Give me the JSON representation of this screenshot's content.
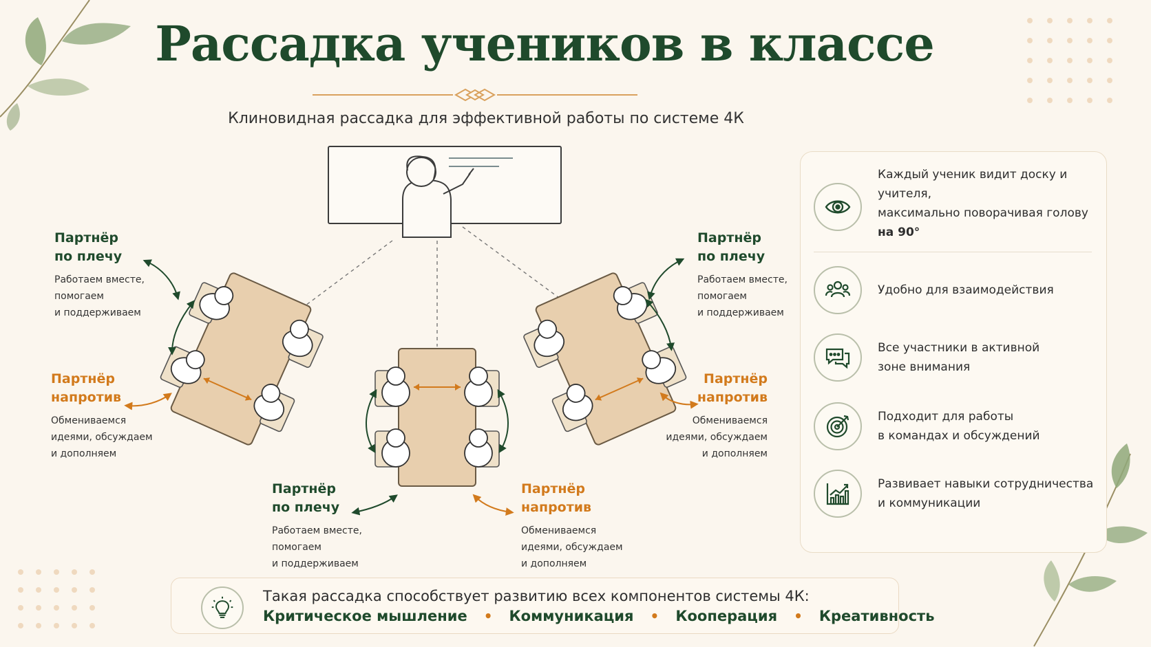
{
  "title": "Рассадка учеников в классе",
  "subtitle": "Клиновидная рассадка для эффективной работы по системе 4К",
  "labels": {
    "left_shoulder": {
      "head1": "Партнёр",
      "head2": "по плечу",
      "d1": "Работаем вместе,",
      "d2": "помогаем",
      "d3": "и поддерживаем"
    },
    "left_opposite": {
      "head1": "Партнёр",
      "head2": "напротив",
      "d1": "Обмениваемся",
      "d2": "идеями, обсуждаем",
      "d3": "и дополняем"
    },
    "right_shoulder": {
      "head1": "Партнёр",
      "head2": "по плечу",
      "d1": "Работаем вместе,",
      "d2": "помогаем",
      "d3": "и поддерживаем"
    },
    "right_opposite": {
      "head1": "Партнёр",
      "head2": "напротив",
      "d1": "Обмениваемся",
      "d2": "идеями, обсуждаем",
      "d3": "и дополняем"
    },
    "center_shoulder": {
      "head1": "Партнёр",
      "head2": "по плечу",
      "d1": "Работаем вместе,",
      "d2": "помогаем",
      "d3": "и поддерживаем"
    },
    "center_opposite": {
      "head1": "Партнёр",
      "head2": "напротив",
      "d1": "Обмениваемся",
      "d2": "идеями, обсуждаем",
      "d3": "и дополняем"
    }
  },
  "features": [
    {
      "icon": "eye-icon",
      "line1": "Каждый ученик видит доску и учителя,",
      "line2": "максимально поворачивая голову",
      "line3": "на 90°"
    },
    {
      "icon": "group-icon",
      "line1": "Удобно для взаимодействия"
    },
    {
      "icon": "chat-icon",
      "line1": "Все участники в активной",
      "line2": "зоне внимания"
    },
    {
      "icon": "target-icon",
      "line1": "Подходит для работы",
      "line2": "в командах и обсуждений"
    },
    {
      "icon": "growth-chart-icon",
      "line1": "Развивает навыки сотрудничества",
      "line2": "и коммуникации"
    }
  ],
  "bottom": {
    "text": "Такая рассадка способствует развитию всех компонентов системы 4К:",
    "items": [
      "Критическое мышление",
      "Коммуникация",
      "Кооперация",
      "Креативность"
    ],
    "separator": "•"
  },
  "colors": {
    "green": "#1f4a2c",
    "orange": "#d27a1c",
    "table": "#e8cfae",
    "background": "#fbf6ee"
  }
}
